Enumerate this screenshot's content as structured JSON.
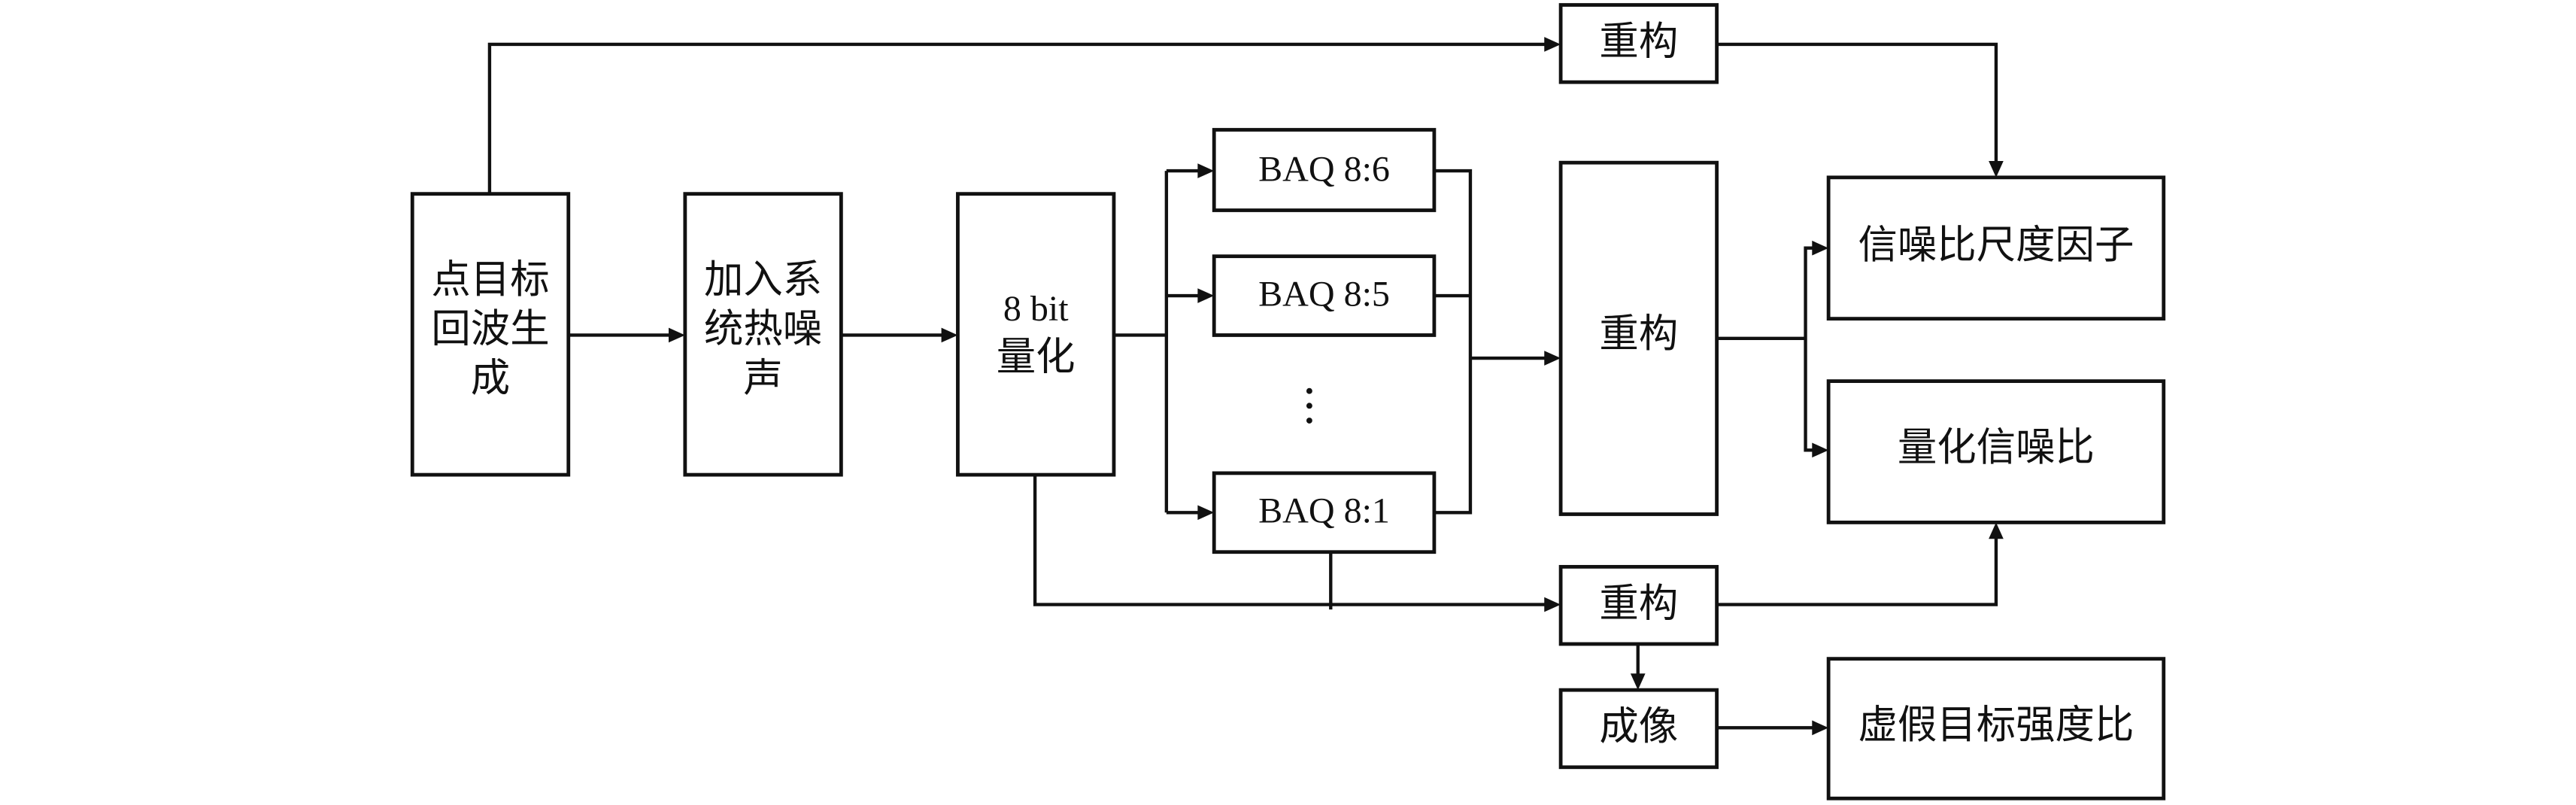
{
  "diagram": {
    "title": "",
    "nodes": {
      "echo_gen": {
        "lines": [
          "点目标",
          "回波生",
          "成"
        ]
      },
      "add_noise": {
        "lines": [
          "加入系",
          "统热噪",
          "声"
        ]
      },
      "quant8": {
        "lines": [
          "8 bit",
          "量化"
        ]
      },
      "baq86": {
        "label": "BAQ 8:6"
      },
      "baq85": {
        "label": "BAQ 8:5"
      },
      "baq_ellipsis": {
        "label": "⋮"
      },
      "baq81": {
        "label": "BAQ 8:1"
      },
      "recon_top": {
        "label": "重构"
      },
      "recon_mid": {
        "label": "重构"
      },
      "recon_bot": {
        "label": "重构"
      },
      "imaging": {
        "label": "成像"
      },
      "snr_scale": {
        "label": "信噪比尺度因子"
      },
      "qsnr": {
        "label": "量化信噪比"
      },
      "ftir": {
        "label": "虚假目标强度比"
      }
    },
    "edges": [
      {
        "from": "echo_gen",
        "to": "add_noise"
      },
      {
        "from": "add_noise",
        "to": "quant8"
      },
      {
        "from": "quant8",
        "to": "baq86"
      },
      {
        "from": "quant8",
        "to": "baq85"
      },
      {
        "from": "quant8",
        "to": "baq81"
      },
      {
        "from": "baq86",
        "to": "recon_mid"
      },
      {
        "from": "baq85",
        "to": "recon_mid"
      },
      {
        "from": "baq81",
        "to": "recon_mid"
      },
      {
        "from": "echo_gen",
        "to": "recon_top"
      },
      {
        "from": "recon_top",
        "to": "snr_scale"
      },
      {
        "from": "recon_mid",
        "to": "snr_scale"
      },
      {
        "from": "recon_mid",
        "to": "qsnr"
      },
      {
        "from": "quant8",
        "to": "recon_bot"
      },
      {
        "from": "baq81",
        "to": "recon_bot"
      },
      {
        "from": "recon_bot",
        "to": "qsnr"
      },
      {
        "from": "recon_bot",
        "to": "imaging"
      },
      {
        "from": "imaging",
        "to": "ftir"
      }
    ]
  }
}
